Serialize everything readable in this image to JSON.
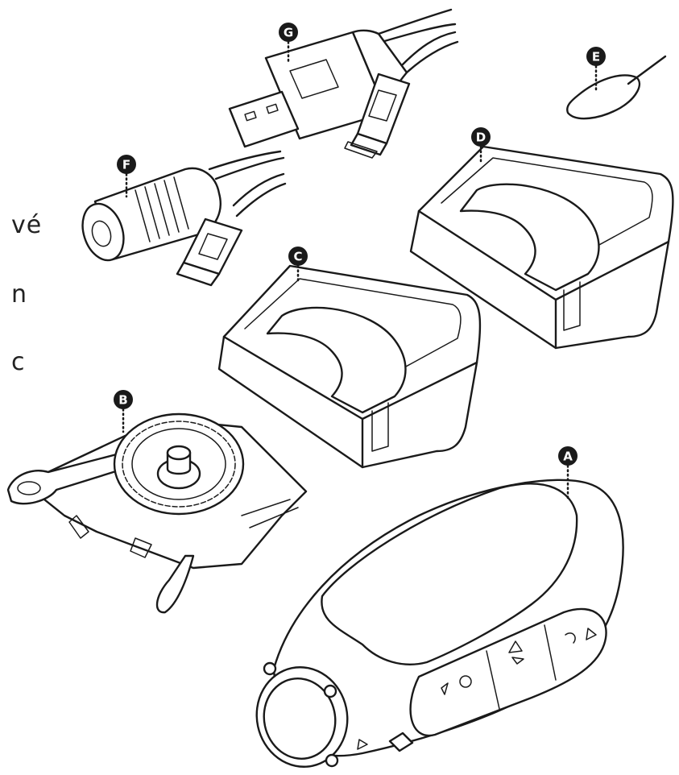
{
  "text_fragments": [
    "vé",
    "n",
    "c"
  ],
  "callouts": [
    "A",
    "B",
    "C",
    "D",
    "E",
    "F",
    "G"
  ],
  "colors": {
    "ink": "#1a1a1a",
    "paper": "#ffffff"
  }
}
